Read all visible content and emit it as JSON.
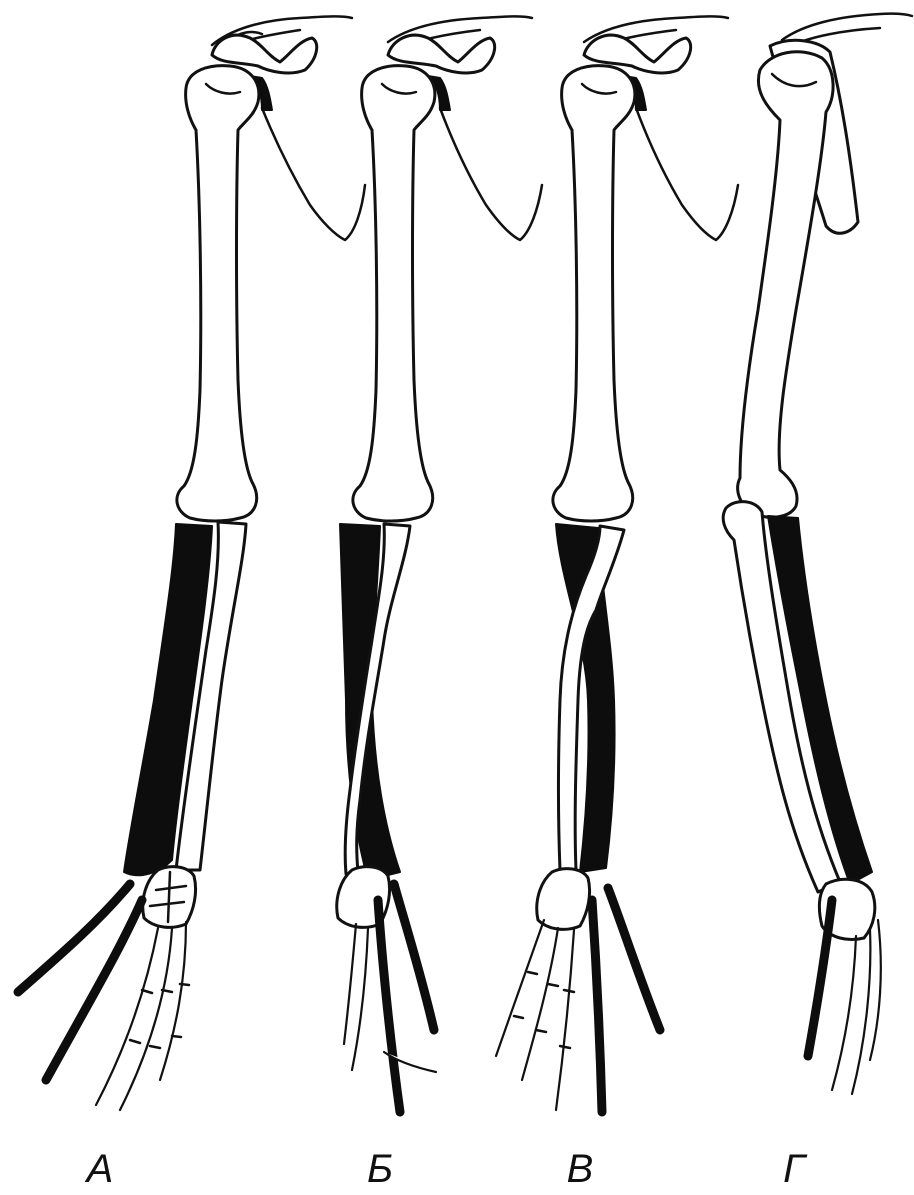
{
  "figure": {
    "panels": [
      {
        "id": "a",
        "label": "А"
      },
      {
        "id": "b",
        "label": "Б"
      },
      {
        "id": "v",
        "label": "В"
      },
      {
        "id": "g",
        "label": "Г"
      }
    ]
  },
  "colors": {
    "background": "#ffffff",
    "ink": "#111111",
    "highlighted_bone": "#0d0d0d"
  }
}
